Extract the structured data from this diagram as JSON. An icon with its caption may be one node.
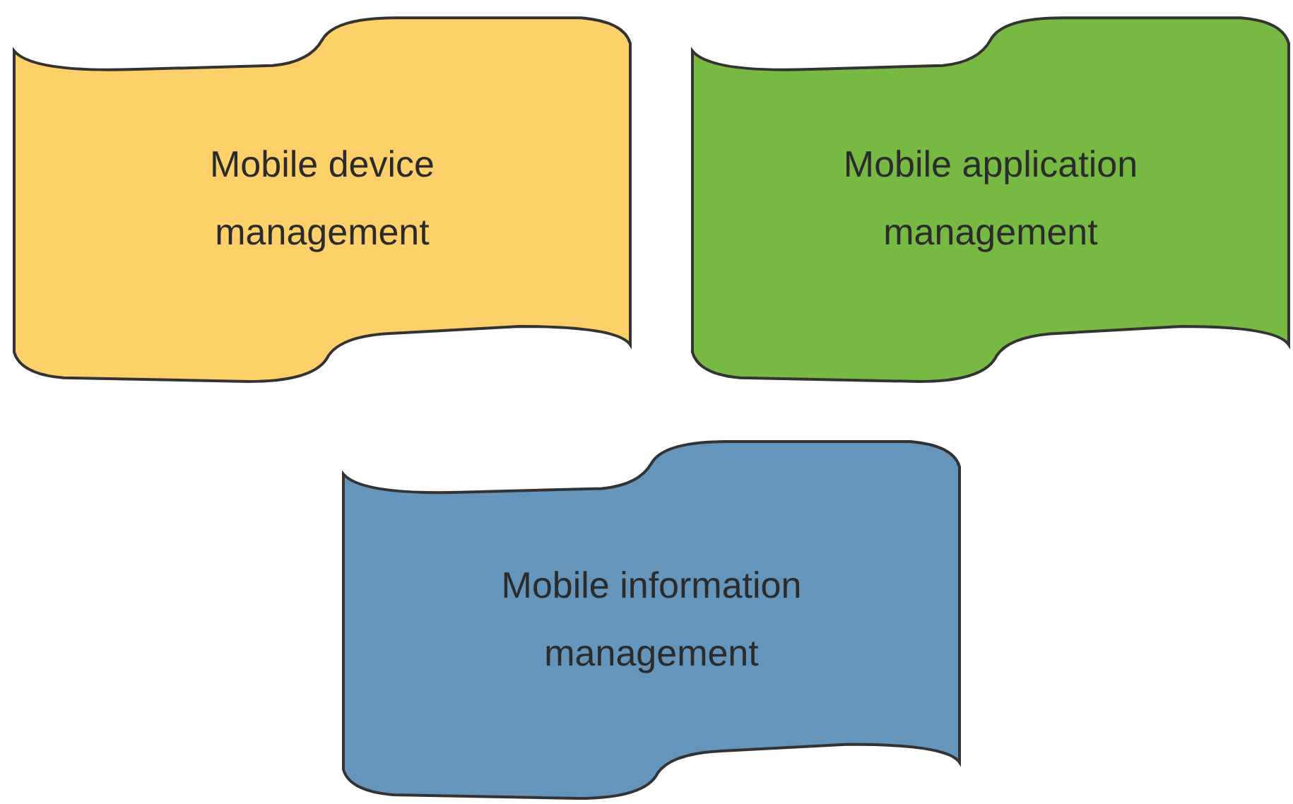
{
  "diagram": {
    "nodes": [
      {
        "text": [
          "Mobile device management"
        ]
      },
      {
        "text": [
          "Mobile application management"
        ]
      },
      {
        "text": [
          "Mobile information management"
        ]
      }
    ]
  }
}
